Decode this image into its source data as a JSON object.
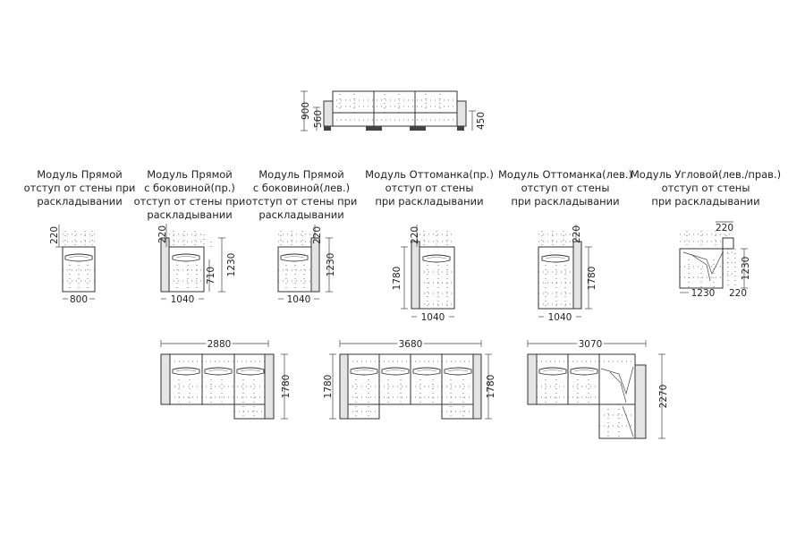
{
  "front_view": {
    "dims": [
      "900",
      "560",
      "450"
    ]
  },
  "modules": [
    {
      "caption": [
        "Модуль Прямой",
        "отступ от стены при",
        "раскладывании"
      ],
      "dims": [
        "220",
        "800"
      ]
    },
    {
      "caption": [
        "Модуль Прямой",
        "с боковиной(пр.)",
        "отступ от стены при",
        "раскладывании"
      ],
      "dims": [
        "220",
        "1230",
        "710",
        "1040"
      ]
    },
    {
      "caption": [
        "Модуль Прямой",
        "с боковиной(лев.)",
        "отступ от стены при",
        "раскладывании"
      ],
      "dims": [
        "220",
        "1230",
        "1040"
      ]
    },
    {
      "caption": [
        "Модуль Оттоманка(пр.)",
        "отступ от стены",
        "при раскладывании"
      ],
      "dims": [
        "220",
        "1780",
        "1040"
      ]
    },
    {
      "caption": [
        "Модуль Оттоманка(лев.)",
        "отступ от стены",
        "при раскладывании"
      ],
      "dims": [
        "220",
        "1780",
        "1040"
      ]
    },
    {
      "caption": [
        "Модуль Угловой(лев./прав.)",
        "отступ от стены",
        "при раскладывании"
      ],
      "dims": [
        "220",
        "1230",
        "1230",
        "220"
      ]
    }
  ],
  "assemblies": [
    {
      "dims": [
        "2880",
        "1780"
      ]
    },
    {
      "dims": [
        "3680",
        "1780",
        "1780"
      ]
    },
    {
      "dims": [
        "3070",
        "2270"
      ]
    }
  ]
}
